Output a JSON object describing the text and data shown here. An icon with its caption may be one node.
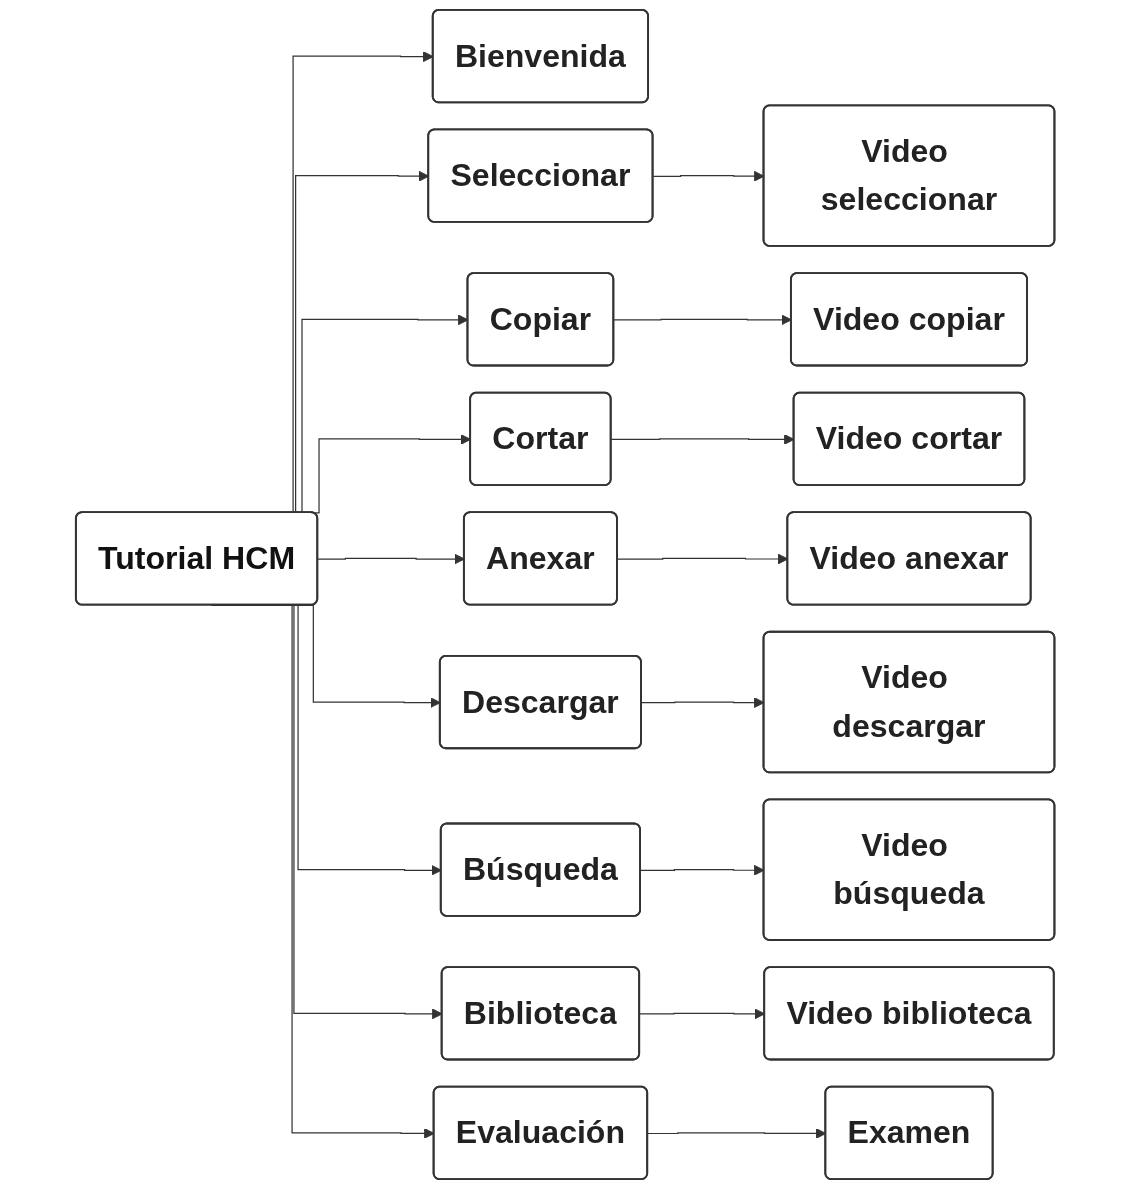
{
  "diagram": {
    "nodes": [
      {
        "text": [
          "Tutorial HCM"
        ]
      },
      {
        "text": [
          "Bienvenida"
        ]
      },
      {
        "text": [
          "Seleccionar"
        ]
      },
      {
        "text": [
          "Video seleccionar"
        ]
      },
      {
        "text": [
          "Copiar"
        ]
      },
      {
        "text": [
          "Video copiar"
        ]
      },
      {
        "text": [
          "Cortar"
        ]
      },
      {
        "text": [
          "Video cortar"
        ]
      },
      {
        "text": [
          "Anexar"
        ]
      },
      {
        "text": [
          "Video anexar"
        ]
      },
      {
        "text": [
          "Descargar"
        ]
      },
      {
        "text": [
          "Video descargar"
        ]
      },
      {
        "text": [
          "Búsqueda"
        ]
      },
      {
        "text": [
          "Video búsqueda"
        ]
      },
      {
        "text": [
          "Biblioteca"
        ]
      },
      {
        "text": [
          "Video biblioteca"
        ]
      },
      {
        "text": [
          "Evaluación"
        ]
      },
      {
        "text": [
          "Examen"
        ]
      }
    ],
    "edges": [
      {
        "from": 0,
        "to": 1,
        "arrow": "to"
      },
      {
        "from": 0,
        "to": 2,
        "arrow": "to"
      },
      {
        "from": 2,
        "to": 3,
        "arrow": "to"
      },
      {
        "from": 0,
        "to": 4,
        "arrow": "to"
      },
      {
        "from": 4,
        "to": 5,
        "arrow": "to"
      },
      {
        "from": 0,
        "to": 6,
        "arrow": "to"
      },
      {
        "from": 6,
        "to": 7,
        "arrow": "to"
      },
      {
        "from": 0,
        "to": 8,
        "arrow": "to"
      },
      {
        "from": 8,
        "to": 9,
        "arrow": "to"
      },
      {
        "from": 0,
        "to": 10,
        "arrow": "to"
      },
      {
        "from": 10,
        "to": 11,
        "arrow": "to"
      },
      {
        "from": 0,
        "to": 12,
        "arrow": "to"
      },
      {
        "from": 12,
        "to": 13,
        "arrow": "to"
      },
      {
        "from": 0,
        "to": 14,
        "arrow": "to"
      },
      {
        "from": 14,
        "to": 15,
        "arrow": "to"
      },
      {
        "from": 0,
        "to": 16,
        "arrow": "to"
      },
      {
        "from": 16,
        "to": 17,
        "arrow": "to"
      }
    ]
  }
}
